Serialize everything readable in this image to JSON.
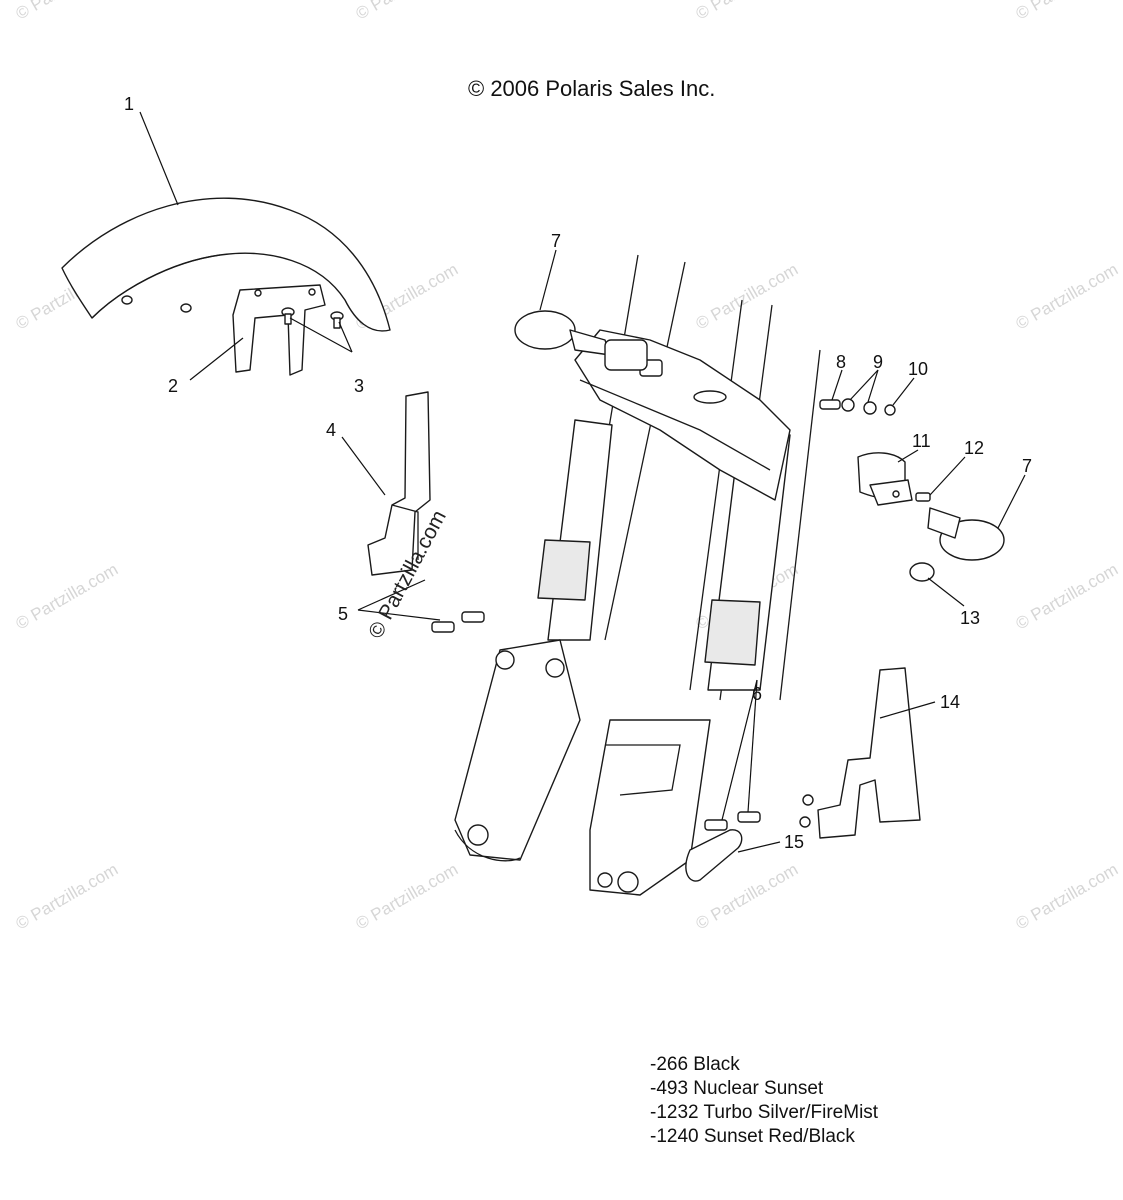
{
  "copyright": "© 2006 Polaris Sales Inc.",
  "watermark": "© Partzilla.com",
  "callouts": [
    "1",
    "2",
    "3",
    "4",
    "5",
    "6",
    "7",
    "7",
    "8",
    "9",
    "10",
    "11",
    "12",
    "13",
    "14",
    "15"
  ],
  "legend": [
    "-266  Black",
    "-493  Nuclear Sunset",
    "-1232 Turbo Silver/FireMist",
    "-1240 Sunset Red/Black"
  ]
}
